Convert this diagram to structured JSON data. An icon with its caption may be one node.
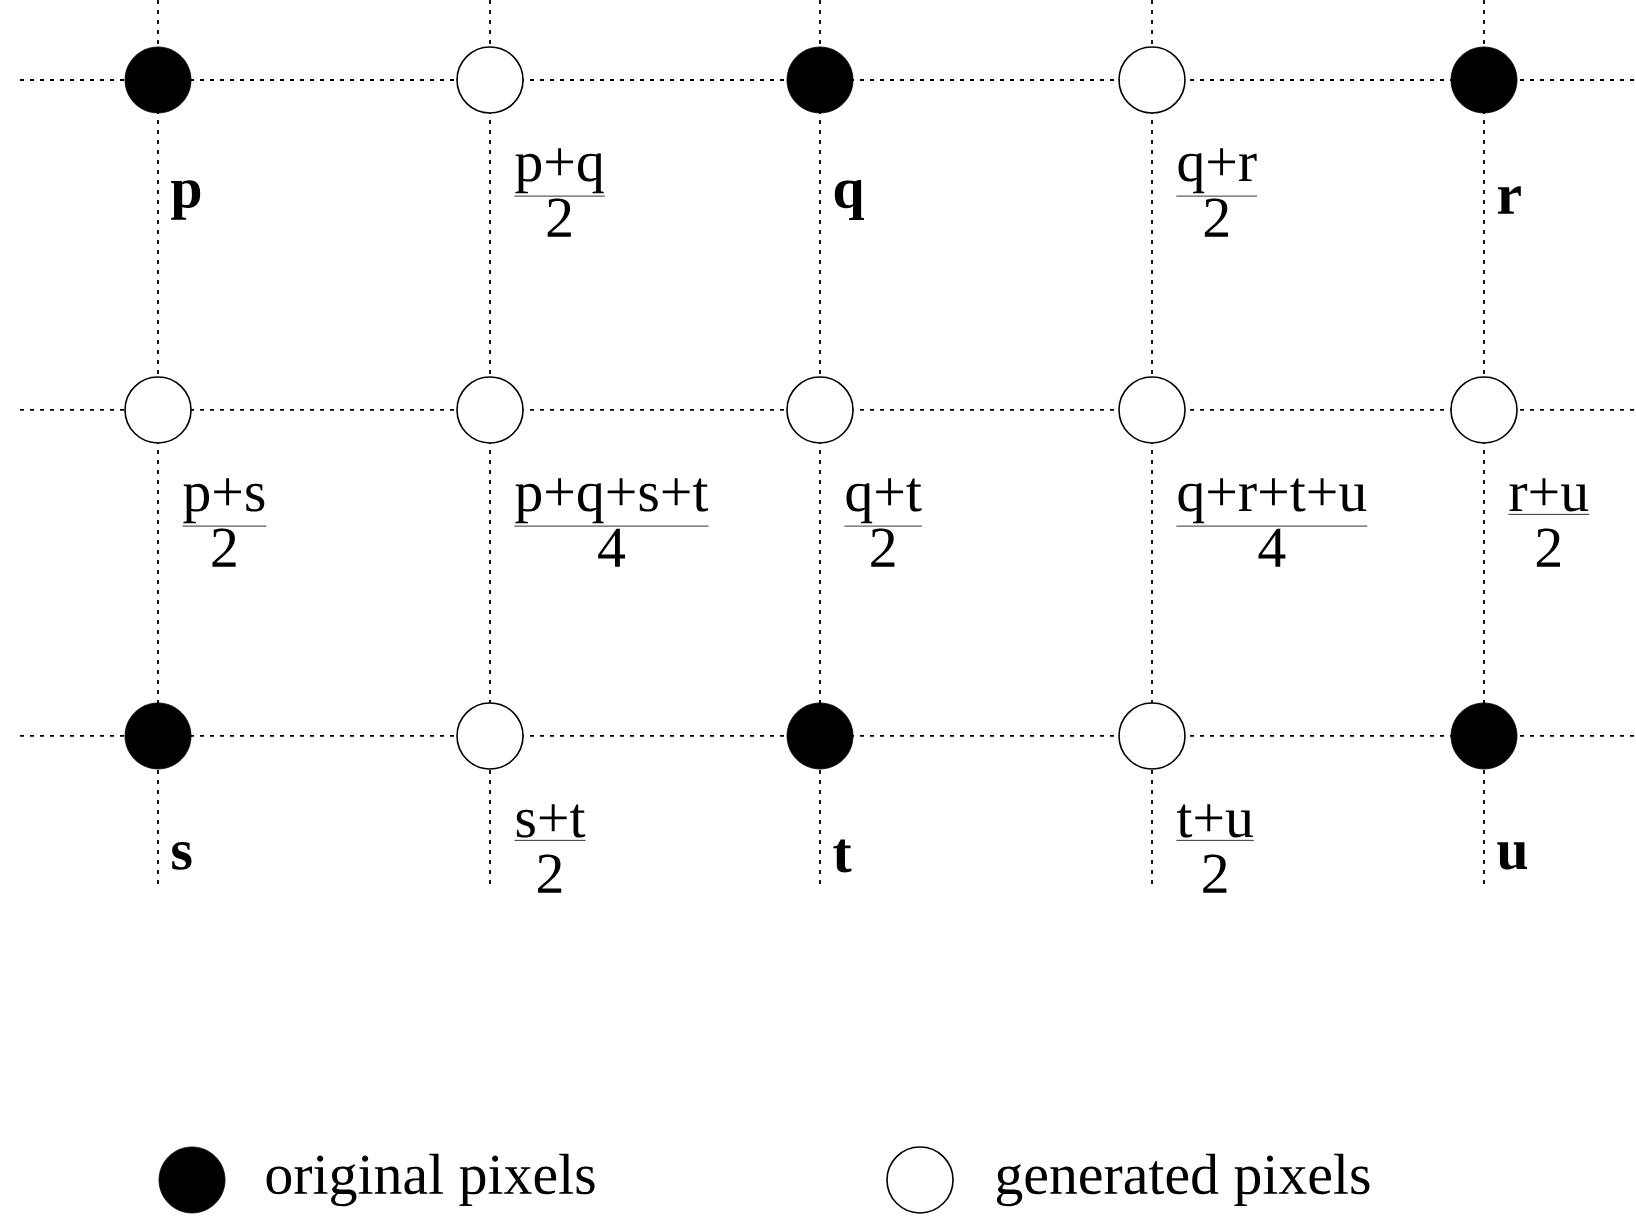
{
  "diagram": {
    "nodes": [
      {
        "text": [],
        "shape": "dot",
        "beside": [
          "p"
        ]
      },
      {
        "text": [],
        "shape": "circle",
        "beside": [
          "p+q",
          "2"
        ]
      },
      {
        "text": [],
        "shape": "dot",
        "beside": [
          "q"
        ]
      },
      {
        "text": [],
        "shape": "circle",
        "beside": [
          "q+r",
          "2"
        ]
      },
      {
        "text": [],
        "shape": "dot",
        "beside": [
          "r"
        ]
      },
      {
        "text": [],
        "shape": "circle",
        "beside": [
          "p+s",
          "2"
        ]
      },
      {
        "text": [],
        "shape": "circle",
        "beside": [
          "p+q+s+t",
          "4"
        ]
      },
      {
        "text": [],
        "shape": "circle",
        "beside": [
          "q+t",
          "2"
        ]
      },
      {
        "text": [],
        "shape": "circle",
        "beside": [
          "q+r+t+u",
          "4"
        ]
      },
      {
        "text": [],
        "shape": "circle",
        "beside": [
          "r+u",
          "2"
        ]
      },
      {
        "text": [],
        "shape": "dot",
        "beside": [
          "s"
        ]
      },
      {
        "text": [],
        "shape": "circle",
        "beside": [
          "s+t",
          "2"
        ]
      },
      {
        "text": [],
        "shape": "dot",
        "beside": [
          "t"
        ]
      },
      {
        "text": [],
        "shape": "circle",
        "beside": [
          "t+u",
          "2"
        ]
      },
      {
        "text": [],
        "shape": "dot",
        "beside": [
          "u"
        ]
      }
    ],
    "legend": [
      {
        "text": "original pixels"
      },
      {
        "text": "generated pixels"
      }
    ]
  }
}
